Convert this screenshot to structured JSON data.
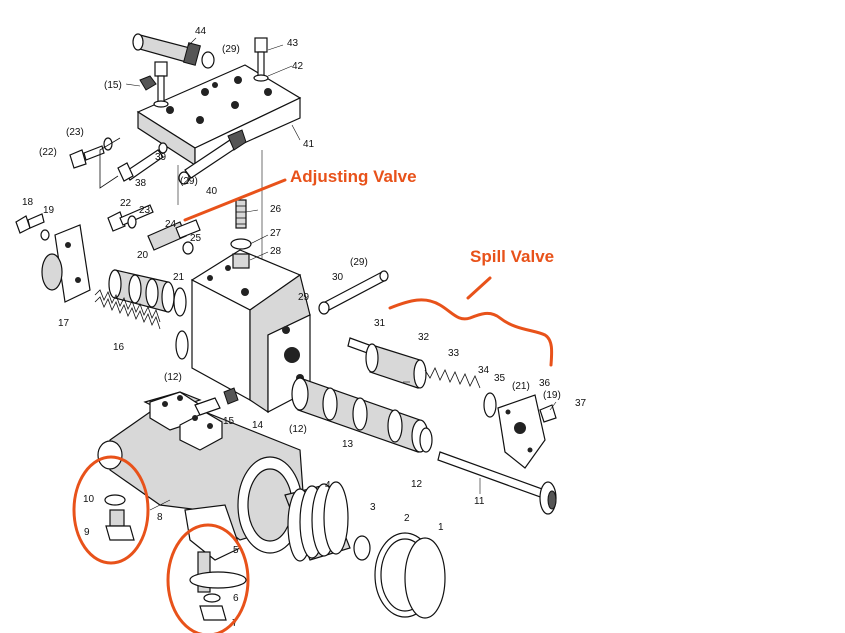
{
  "annotations": {
    "adjusting_valve": "Adjusting Valve",
    "spill_valve": "Spill Valve"
  },
  "annotation_color": "#e8521a",
  "labels": {
    "l1": "1",
    "l2": "2",
    "l3": "3",
    "l4": "4",
    "l5": "5",
    "l6": "6",
    "l7": "7",
    "l8": "8",
    "l9": "9",
    "l10": "10",
    "l11": "11",
    "l12": "12",
    "l12a": "(12)",
    "l12b": "(12)",
    "l13": "13",
    "l14": "14",
    "l15": "15",
    "l15a": "(15)",
    "l16": "16",
    "l17": "17",
    "l18": "18",
    "l19": "19",
    "l19a": "(19)",
    "l20": "20",
    "l21": "21",
    "l21a": "(21)",
    "l22": "22",
    "l22a": "(22)",
    "l23": "23",
    "l23a": "(23)",
    "l24": "24",
    "l25": "25",
    "l26": "26",
    "l27": "27",
    "l28": "28",
    "l29": "29",
    "l29a": "(29)",
    "l29b": "(29)",
    "l29c": "(29)",
    "l30": "30",
    "l31": "31",
    "l32": "32",
    "l33": "33",
    "l34": "34",
    "l35": "35",
    "l36": "36",
    "l37": "37",
    "l38": "38",
    "l39": "39",
    "l40": "40",
    "l41": "41",
    "l42": "42",
    "l43": "43",
    "l44": "44"
  }
}
